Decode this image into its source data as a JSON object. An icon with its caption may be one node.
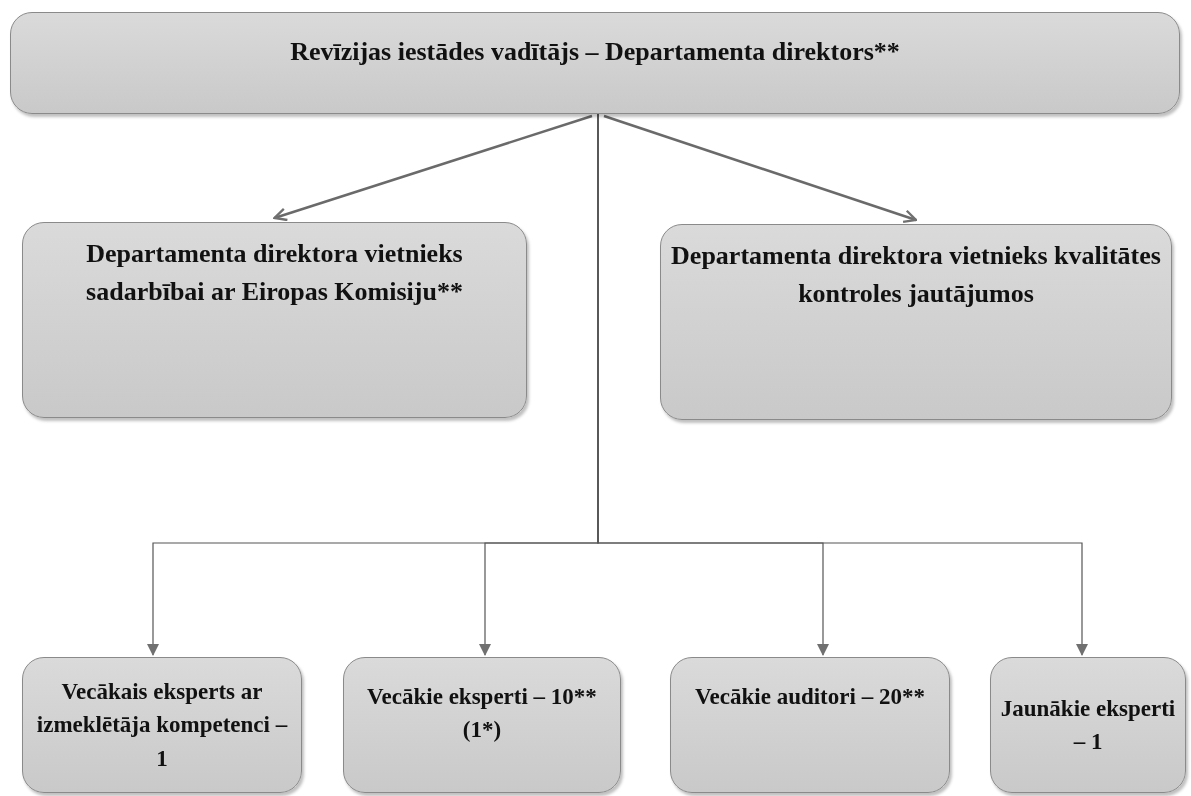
{
  "diagram": {
    "nodes": [
      {
        "text": [
          "Revīzijas iestādes vadītājs – Departamenta direktors**"
        ]
      },
      {
        "text": [
          "Departamenta direktora vietnieks sadarbībai ar Eiropas Komisiju**"
        ]
      },
      {
        "text": [
          "Departamenta direktora vietnieks kvalitātes kontroles jautājumos"
        ]
      },
      {
        "text": [
          "Vecākais eksperts ar izmeklētāja kompetenci – 1"
        ]
      },
      {
        "text": [
          "Vecākie eksperti – 10** (1*)"
        ]
      },
      {
        "text": [
          "Vecākie auditori – 20**"
        ]
      },
      {
        "text": [
          "Jaunākie eksperti – 1"
        ]
      }
    ],
    "edges": [
      {
        "from": 0,
        "to": 1,
        "arrow": "to"
      },
      {
        "from": 0,
        "to": 2,
        "arrow": "to"
      },
      {
        "from": 0,
        "to": 3,
        "arrow": "to"
      },
      {
        "from": 0,
        "to": 4,
        "arrow": "to"
      },
      {
        "from": 0,
        "to": 5,
        "arrow": "to"
      },
      {
        "from": 0,
        "to": 6,
        "arrow": "to"
      }
    ]
  }
}
